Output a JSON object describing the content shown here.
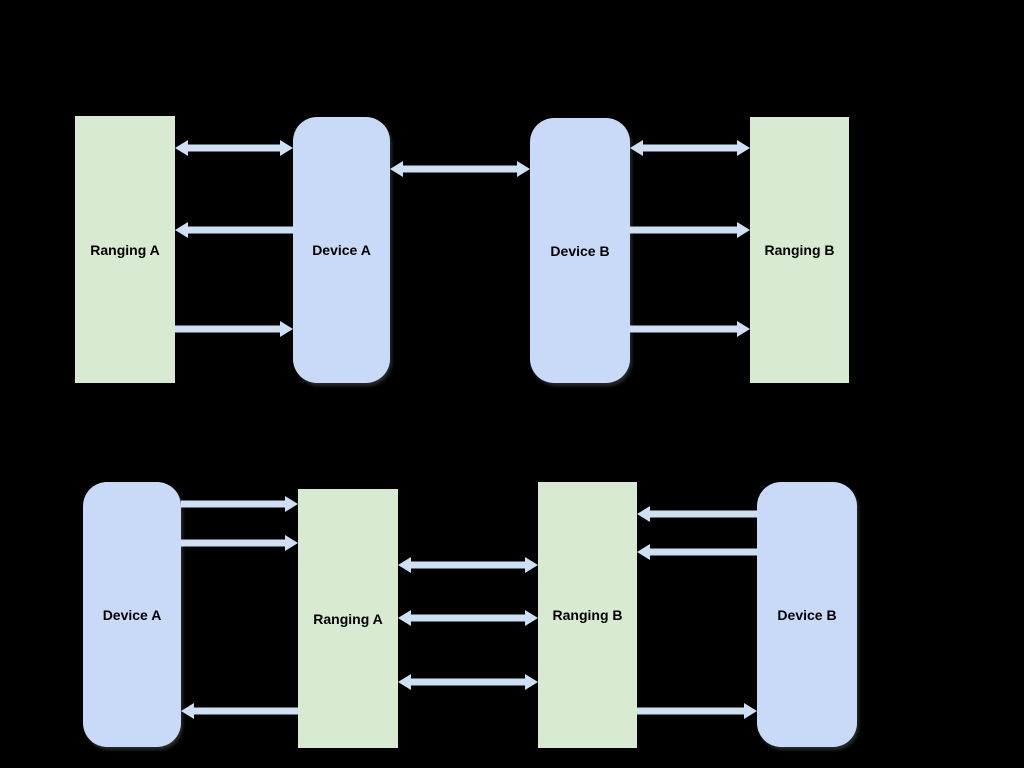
{
  "colors": {
    "background": "#000000",
    "ranging_box": "#d9ead3",
    "device_box": "#c9daf8",
    "arrow": "#cfe0f5",
    "label_text": "#000000"
  },
  "top_diagram": {
    "nodes": [
      {
        "label": "Ranging A",
        "type": "ranging"
      },
      {
        "label": "Device A",
        "type": "device"
      },
      {
        "label": "Device B",
        "type": "device"
      },
      {
        "label": "Ranging B",
        "type": "ranging"
      }
    ],
    "arrows": [
      {
        "from": "Ranging A",
        "to": "Device A",
        "direction": "bidirectional"
      },
      {
        "from": "Device A",
        "to": "Ranging A",
        "direction": "one-way"
      },
      {
        "from": "Ranging A",
        "to": "Device A",
        "direction": "one-way"
      },
      {
        "from": "Device A",
        "to": "Device B",
        "direction": "bidirectional"
      },
      {
        "from": "Device B",
        "to": "Ranging B",
        "direction": "bidirectional"
      },
      {
        "from": "Device B",
        "to": "Ranging B",
        "direction": "one-way"
      },
      {
        "from": "Device B",
        "to": "Ranging B",
        "direction": "one-way"
      }
    ]
  },
  "bottom_diagram": {
    "nodes": [
      {
        "label": "Device A",
        "type": "device"
      },
      {
        "label": "Ranging A",
        "type": "ranging"
      },
      {
        "label": "Ranging B",
        "type": "ranging"
      },
      {
        "label": "Device B",
        "type": "device"
      }
    ],
    "arrows": [
      {
        "from": "Device A",
        "to": "Ranging A",
        "direction": "one-way"
      },
      {
        "from": "Device A",
        "to": "Ranging A",
        "direction": "one-way"
      },
      {
        "from": "Ranging A",
        "to": "Device A",
        "direction": "one-way"
      },
      {
        "from": "Ranging A",
        "to": "Ranging B",
        "direction": "bidirectional"
      },
      {
        "from": "Ranging A",
        "to": "Ranging B",
        "direction": "bidirectional"
      },
      {
        "from": "Ranging A",
        "to": "Ranging B",
        "direction": "bidirectional"
      },
      {
        "from": "Device B",
        "to": "Ranging B",
        "direction": "one-way"
      },
      {
        "from": "Device B",
        "to": "Ranging B",
        "direction": "one-way"
      },
      {
        "from": "Ranging B",
        "to": "Device B",
        "direction": "one-way"
      }
    ]
  }
}
